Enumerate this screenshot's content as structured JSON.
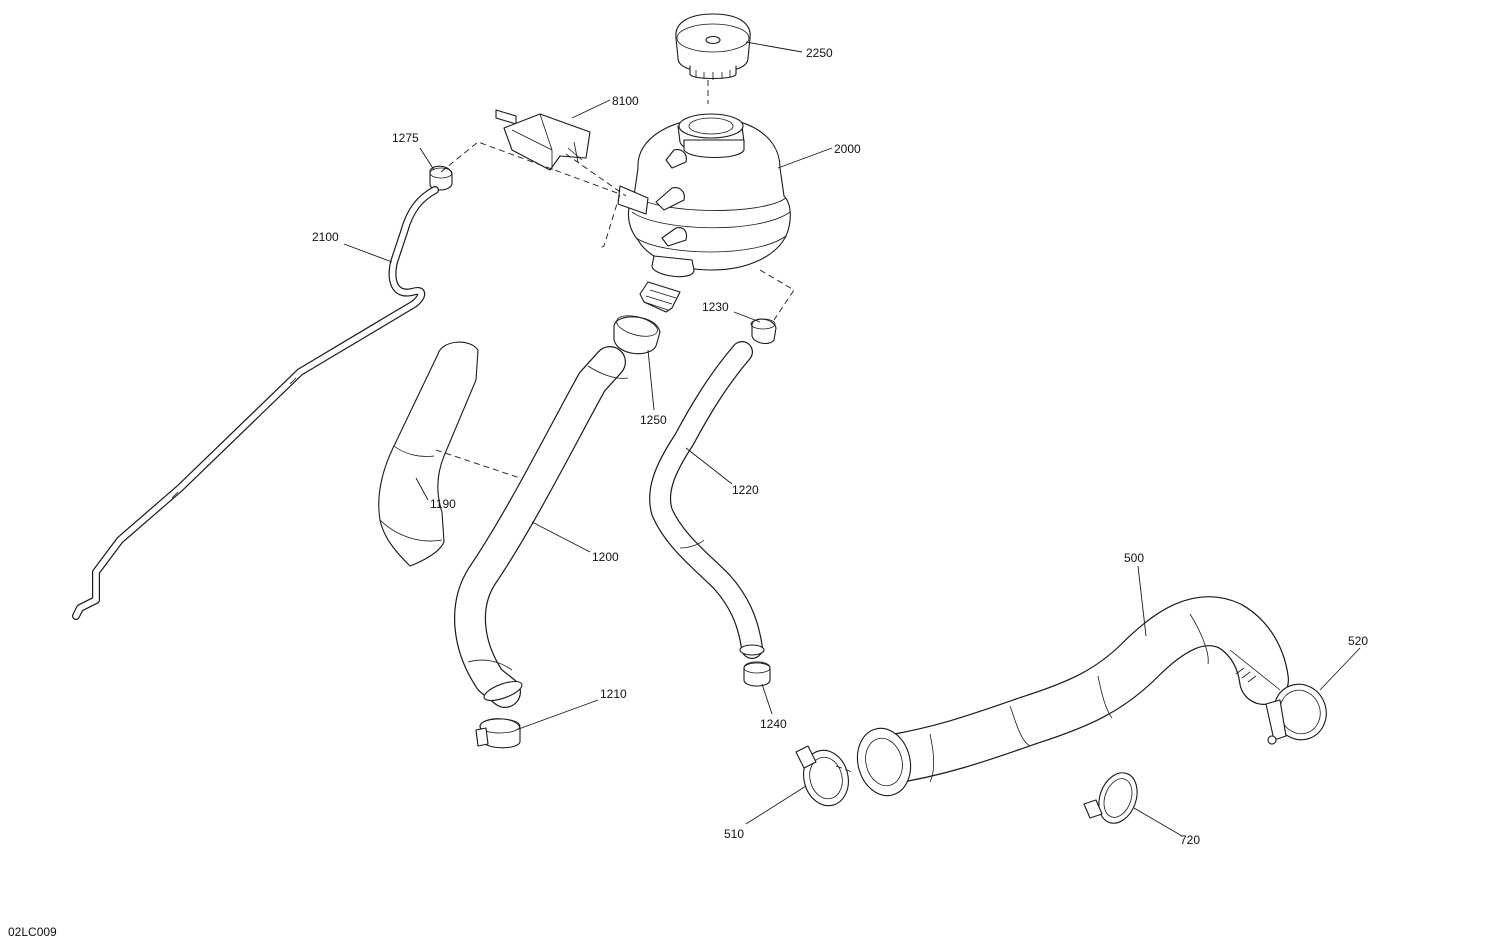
{
  "diagram": {
    "callouts": {
      "c2250": "2250",
      "c8100": "8100",
      "c1275": "1275",
      "c2000": "2000",
      "c2100": "2100",
      "c1230": "1230",
      "c1250": "1250",
      "c1190": "1190",
      "c1220": "1220",
      "c1200": "1200",
      "c500": "500",
      "c520": "520",
      "c1210": "1210",
      "c1240": "1240",
      "c510": "510",
      "c720": "720"
    },
    "drawing_code": "02LC009"
  }
}
